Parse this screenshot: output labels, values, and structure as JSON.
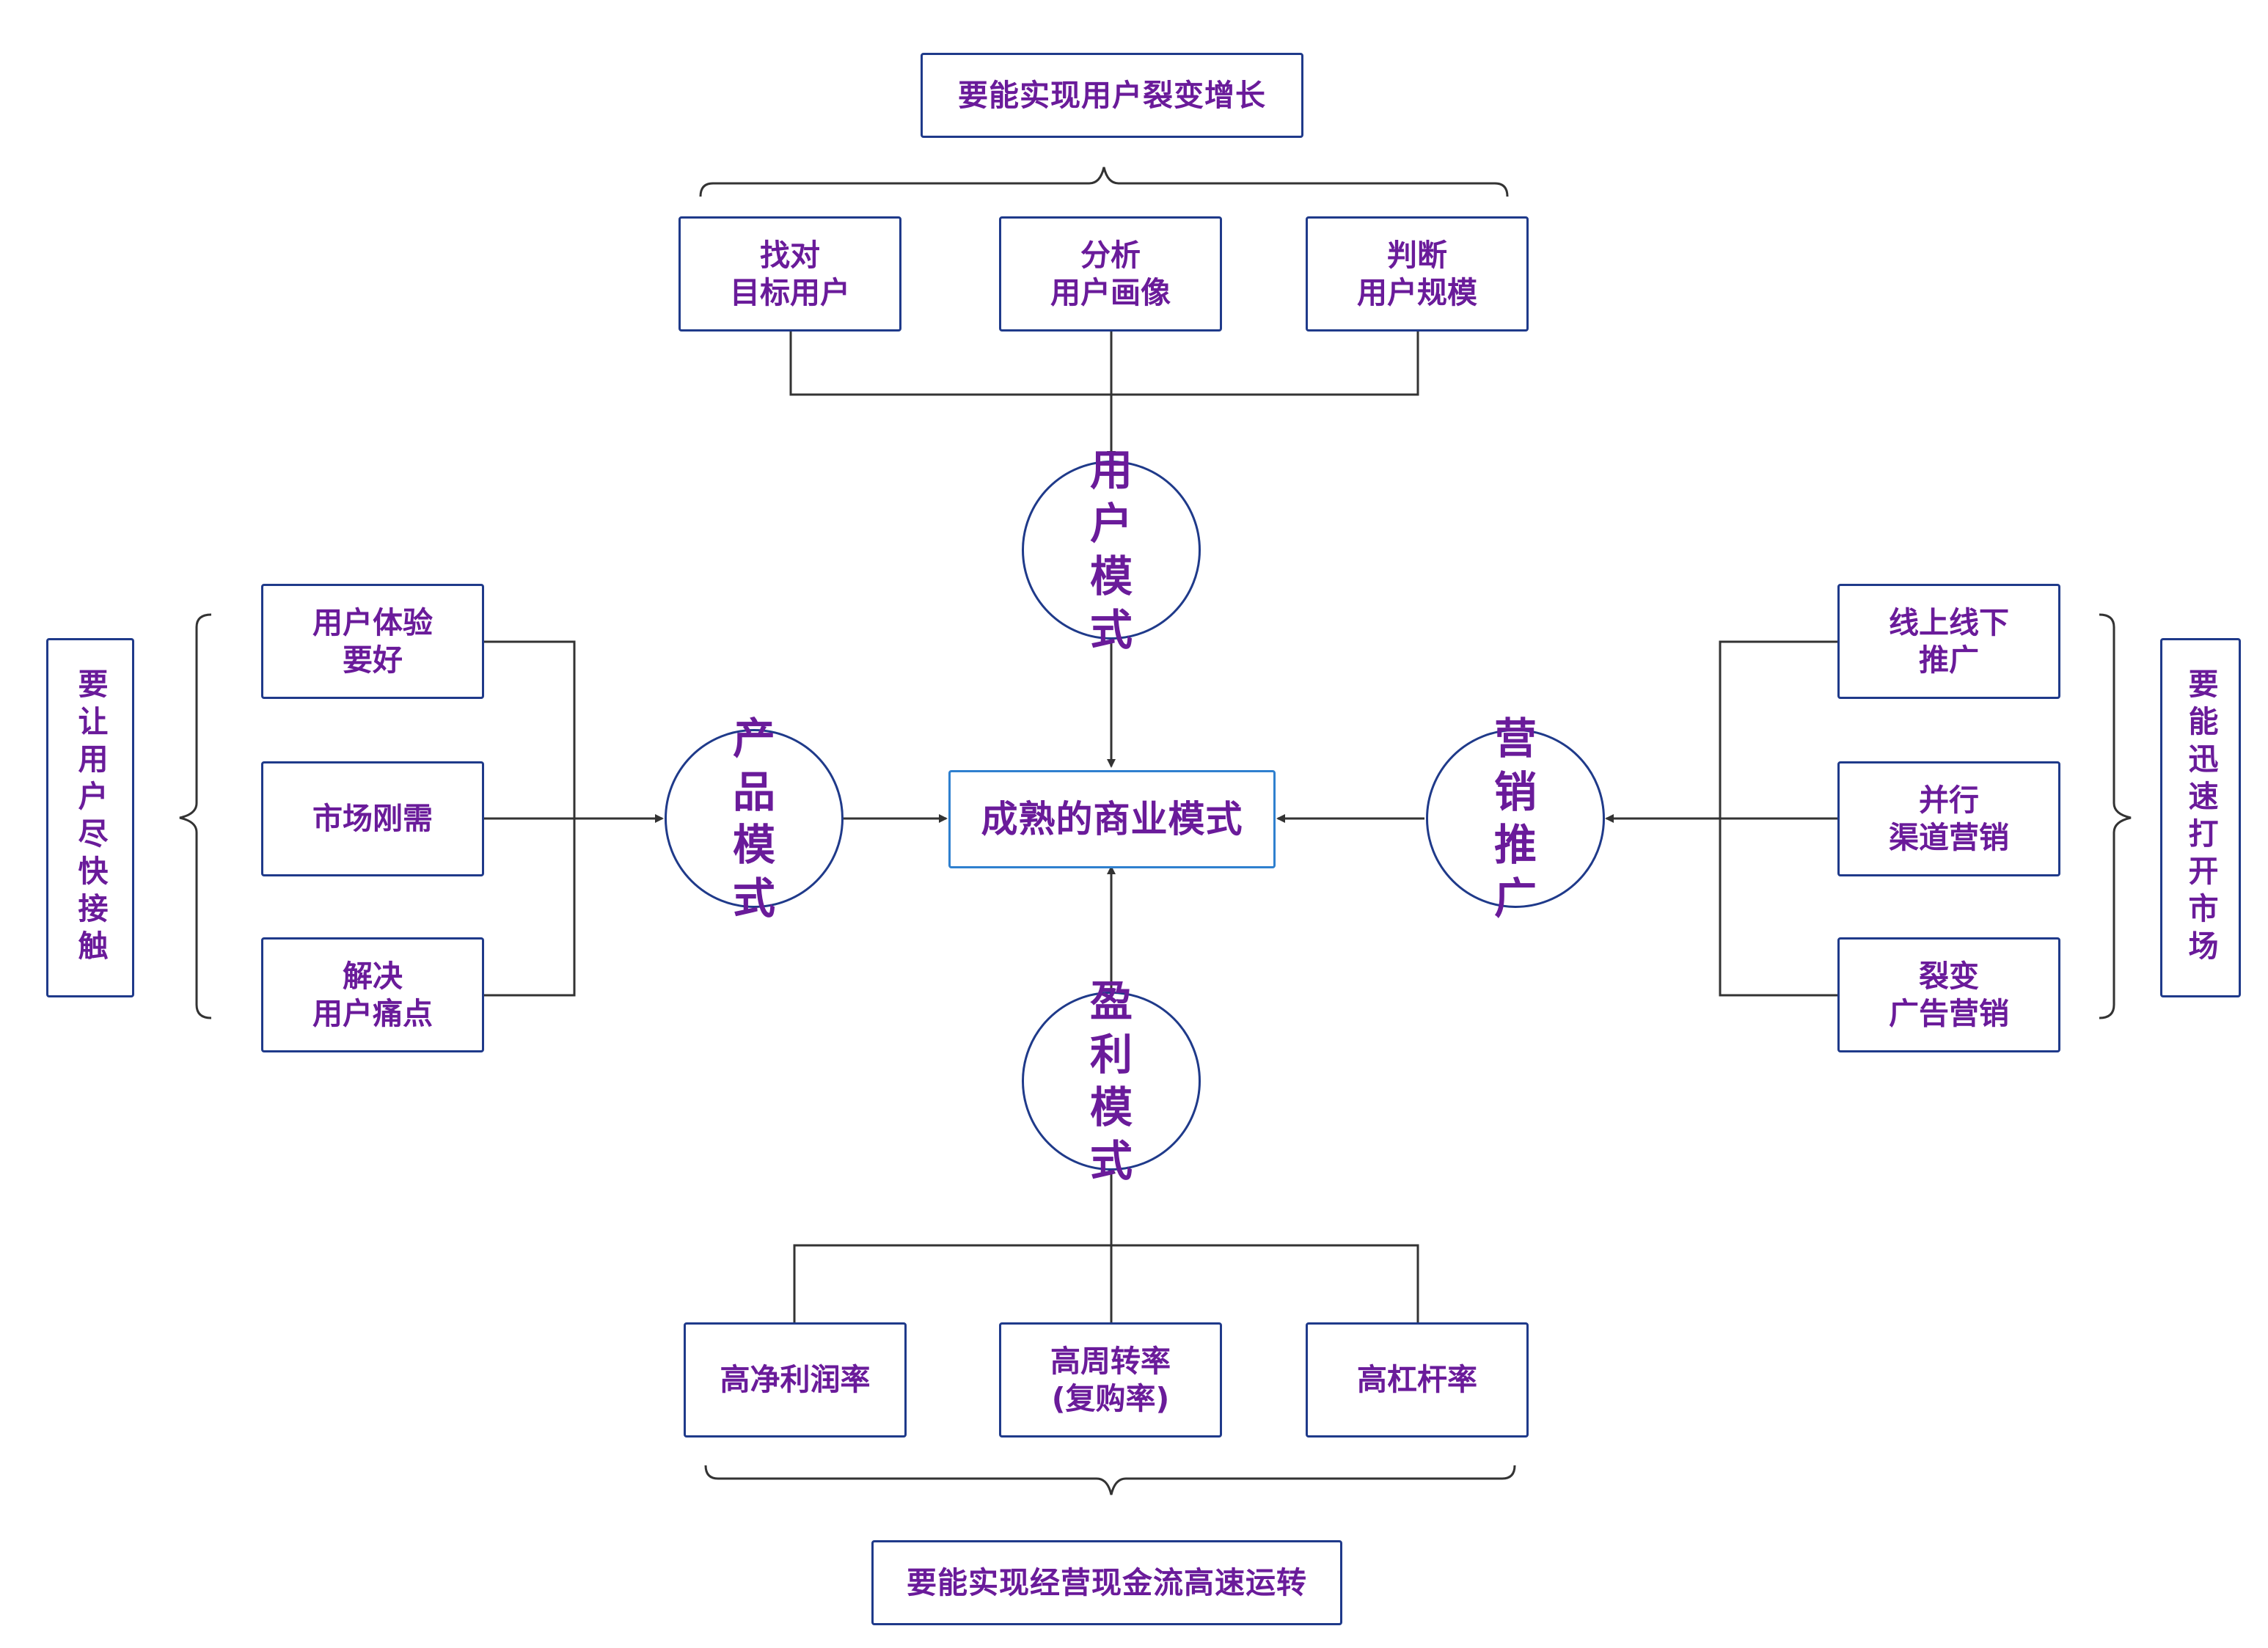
{
  "center": "成熟的商业模式",
  "user_model": {
    "label": "用 户\n模 式",
    "goal": "要能实现用户裂变增长",
    "items": [
      "找对\n目标用户",
      "分析\n用户画像",
      "判断\n用户规模"
    ]
  },
  "product_model": {
    "label": "产 品\n模 式",
    "goal": "要让用户尽快接触",
    "items": [
      "用户体验\n要好",
      "市场刚需",
      "解决\n用户痛点"
    ]
  },
  "marketing": {
    "label": "营 销\n推 广",
    "goal": "要能迅速打开市场",
    "items": [
      "线上线下\n推广",
      "并行\n渠道营销",
      "裂变\n广告营销"
    ]
  },
  "profit_model": {
    "label": "盈 利\n模 式",
    "goal": "要能实现经营现金流高速运转",
    "items": [
      "高净利润率",
      "高周转率\n(复购率)",
      "高杠杆率"
    ]
  }
}
